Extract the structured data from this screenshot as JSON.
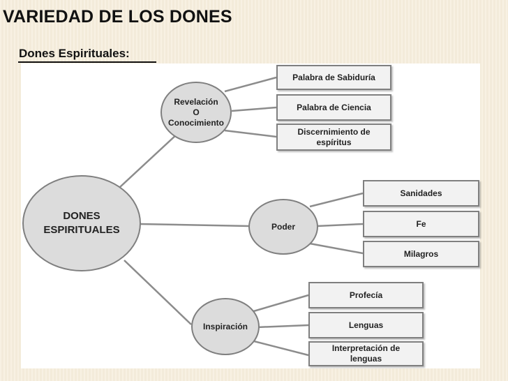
{
  "slide": {
    "title": "VARIEDAD DE LOS DONES",
    "subtitle": "Dones Espirituales:"
  },
  "diagram": {
    "root": "DONES\nESPIRITUALES",
    "groups": [
      {
        "label": "Revelación\nO\nConocimiento",
        "items": [
          "Palabra de Sabiduría",
          "Palabra de Ciencia",
          "Discernimiento de\nespíritus"
        ]
      },
      {
        "label": "Poder",
        "items": [
          "Sanidades",
          "Fe",
          "Milagros"
        ]
      },
      {
        "label": "Inspiración",
        "items": [
          "Profecía",
          "Lenguas",
          "Interpretación de\nlenguas"
        ]
      }
    ],
    "colors": {
      "circle_fill": "#dcdcdc",
      "box_fill": "#f2f2f2",
      "stroke": "#7f7f7f"
    }
  }
}
